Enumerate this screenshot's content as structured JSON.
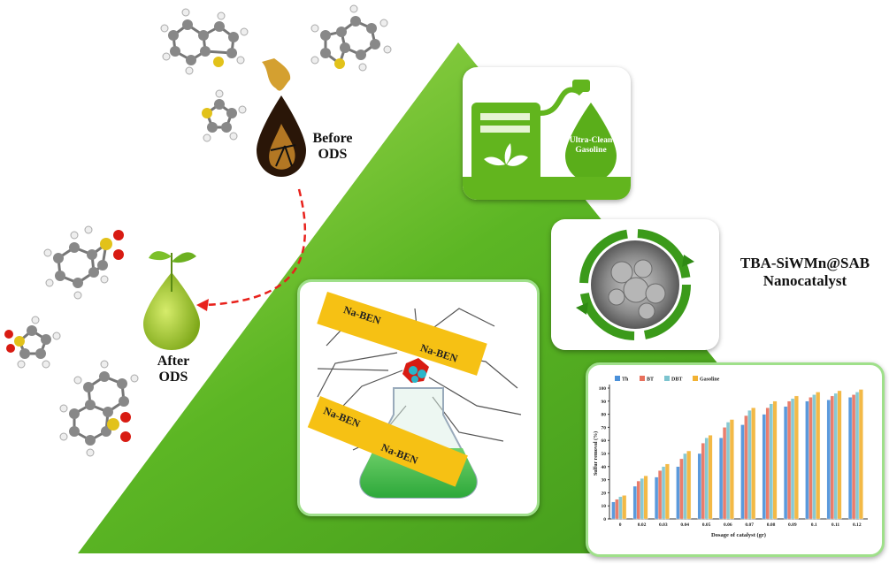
{
  "labels": {
    "before_line1": "Before",
    "before_line2": "ODS",
    "after_line1": "After",
    "after_line2": "ODS",
    "catalyst_line1": "TBA-SiWMn@SAB",
    "catalyst_line2": "Nanocatalyst",
    "fuel_line1": "Ultra-Clean",
    "fuel_line2": "Gasoline",
    "na_ben": "Na-BEN"
  },
  "colors": {
    "triangle_green": "#4fae1e",
    "triangle_light": "#8ccd3b",
    "card_border": "#9fe08a",
    "tag_yellow": "#f6c114",
    "arrow_red": "#e8221c",
    "sulfur_yellow": "#e2c21a",
    "oxygen_red": "#d81b12"
  },
  "icons": [
    "oil-drop-icon",
    "fuel-pump-icon",
    "leaf-icon",
    "plant-drop-icon",
    "flask-icon",
    "recycle-arrows-icon"
  ],
  "chart_data": {
    "type": "bar",
    "title": "",
    "xlabel": "Dosage of catalyst (gr)",
    "ylabel": "Sulfur removal (%)",
    "ylim": [
      0,
      100
    ],
    "yticks": [
      0,
      10,
      20,
      30,
      40,
      50,
      60,
      70,
      80,
      90,
      100
    ],
    "categories": [
      "0",
      "0.02",
      "0.03",
      "0.04",
      "0.05",
      "0.06",
      "0.07",
      "0.08",
      "0.09",
      "0.1",
      "0.11",
      "0.12"
    ],
    "legend_position": "top-left",
    "series": [
      {
        "name": "Th",
        "color": "#4a90d9",
        "values": [
          13,
          25,
          32,
          40,
          50,
          62,
          72,
          80,
          86,
          90,
          91,
          93
        ]
      },
      {
        "name": "BT",
        "color": "#e8705c",
        "values": [
          15,
          29,
          37,
          46,
          58,
          70,
          79,
          85,
          90,
          93,
          94,
          95
        ]
      },
      {
        "name": "DBT",
        "color": "#7cc4cf",
        "values": [
          17,
          31,
          40,
          50,
          62,
          74,
          83,
          88,
          92,
          95,
          96,
          97
        ]
      },
      {
        "name": "Gasoline",
        "color": "#f2b233",
        "values": [
          18,
          33,
          42,
          52,
          64,
          76,
          85,
          90,
          94,
          97,
          98,
          99
        ]
      }
    ]
  }
}
